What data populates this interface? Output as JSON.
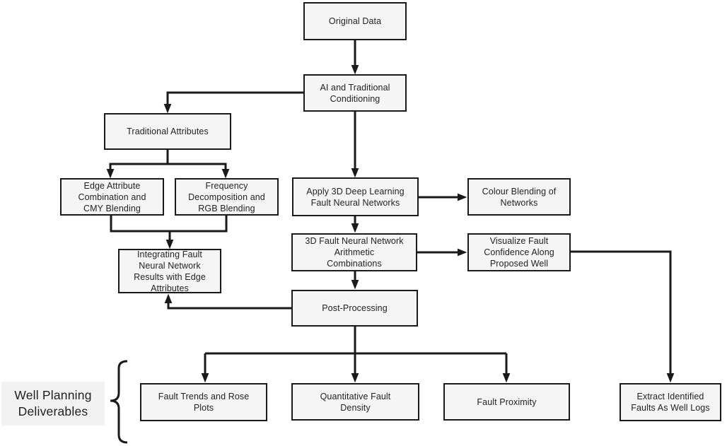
{
  "diagram": {
    "nodes": {
      "original_data": {
        "label": "Original Data"
      },
      "ai_conditioning": {
        "label": "AI and Traditional\nConditioning"
      },
      "traditional_attributes": {
        "label": "Traditional Attributes"
      },
      "edge_attribute": {
        "label": "Edge Attribute\nCombination and\nCMY Blending"
      },
      "frequency": {
        "label": "Frequency\nDecomposition and\nRGB Blending"
      },
      "apply_3d": {
        "label": "Apply 3D Deep Learning\nFault Neural Networks"
      },
      "colour_blending": {
        "label": "Colour Blending of\nNetworks"
      },
      "fault_arithmetic": {
        "label": "3D Fault Neural Network\nArithmetic\nCombinations"
      },
      "visualize_confidence": {
        "label": "Visualize Fault\nConfidence Along\nProposed Well"
      },
      "integrating": {
        "label": "Integrating Fault\nNeural Network\nResults with Edge\nAttributes"
      },
      "post_processing": {
        "label": "Post-Processing"
      },
      "fault_trends": {
        "label": "Fault Trends and Rose\nPlots"
      },
      "quantitative_density": {
        "label": "Quantitative Fault\nDensity"
      },
      "fault_proximity": {
        "label": "Fault Proximity"
      },
      "extract_faults": {
        "label": "Extract Identified\nFaults As Well Logs"
      }
    },
    "side_label": {
      "label": "Well Planning\nDeliverables"
    },
    "edges": [
      {
        "from": "original_data",
        "to": "ai_conditioning"
      },
      {
        "from": "ai_conditioning",
        "to": "traditional_attributes"
      },
      {
        "from": "ai_conditioning",
        "to": "apply_3d"
      },
      {
        "from": "traditional_attributes",
        "to": "edge_attribute"
      },
      {
        "from": "traditional_attributes",
        "to": "frequency"
      },
      {
        "from": "edge_attribute",
        "to": "integrating"
      },
      {
        "from": "frequency",
        "to": "integrating"
      },
      {
        "from": "apply_3d",
        "to": "colour_blending"
      },
      {
        "from": "apply_3d",
        "to": "fault_arithmetic"
      },
      {
        "from": "fault_arithmetic",
        "to": "visualize_confidence"
      },
      {
        "from": "fault_arithmetic",
        "to": "post_processing"
      },
      {
        "from": "post_processing",
        "to": "integrating"
      },
      {
        "from": "post_processing",
        "to": "fault_trends"
      },
      {
        "from": "post_processing",
        "to": "quantitative_density"
      },
      {
        "from": "post_processing",
        "to": "fault_proximity"
      },
      {
        "from": "visualize_confidence",
        "to": "extract_faults"
      }
    ],
    "bracket_groups": [
      {
        "label": "Well Planning Deliverables",
        "members": [
          "fault_trends",
          "quantitative_density",
          "fault_proximity",
          "extract_faults"
        ]
      }
    ],
    "colors": {
      "box_fill": "#f5f5f5",
      "box_border": "#1a1a1a",
      "line": "#1a1a1a",
      "label_bg": "#f2f2f2",
      "background": "#ffffff"
    }
  }
}
